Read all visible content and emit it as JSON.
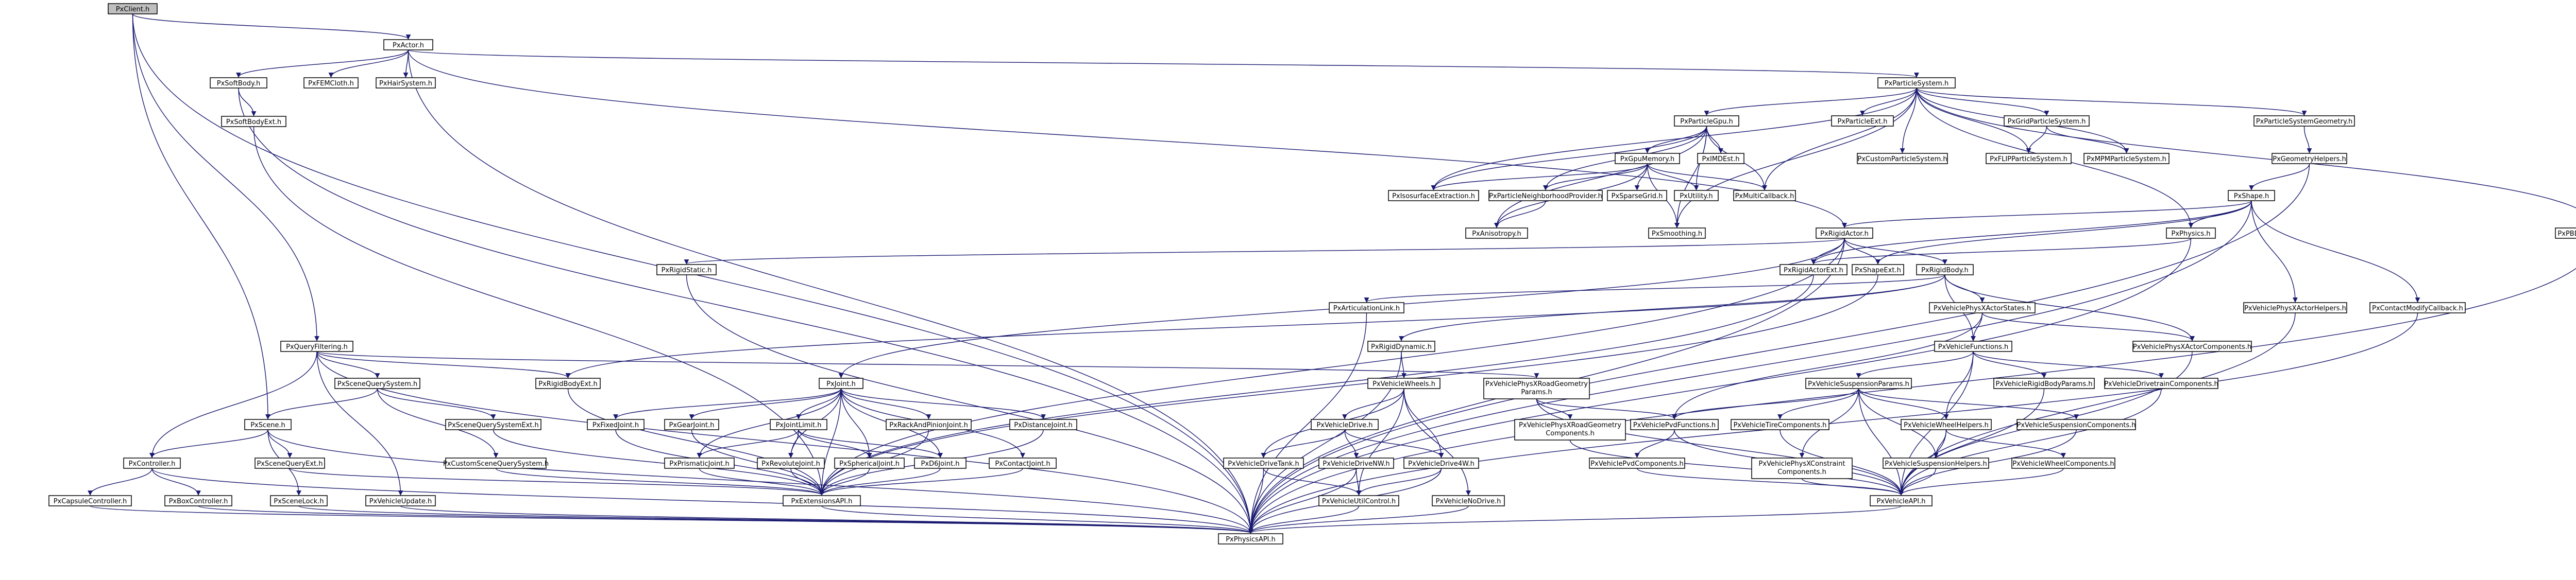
{
  "diagram": {
    "title": "",
    "nodes": [
      {
        "id": "PxClient.h",
        "label": "PxClient.h"
      },
      {
        "id": "PxActor.h",
        "label": "PxActor.h"
      },
      {
        "id": "PxSoftBody.h",
        "label": "PxSoftBody.h"
      },
      {
        "id": "PxFEMCloth.h",
        "label": "PxFEMCloth.h"
      },
      {
        "id": "PxHairSystem.h",
        "label": "PxHairSystem.h"
      },
      {
        "id": "PxSoftBodyExt.h",
        "label": "PxSoftBodyExt.h"
      },
      {
        "id": "PxParticleSystem.h",
        "label": "PxParticleSystem.h"
      },
      {
        "id": "PxParticleGpu.h",
        "label": "PxParticleGpu.h"
      },
      {
        "id": "PxParticleExt.h",
        "label": "PxParticleExt.h"
      },
      {
        "id": "PxGridParticleSystem.h",
        "label": "PxGridParticleSystem.h"
      },
      {
        "id": "PxParticleSystemGeometry.h",
        "label": "PxParticleSystemGeometry.h"
      },
      {
        "id": "PxGpuMemory.h",
        "label": "PxGpuMemory.h"
      },
      {
        "id": "PxIMDEst.h",
        "label": "PxIMDEst.h"
      },
      {
        "id": "PxCustomParticleSystem.h",
        "label": "PxCustomParticleSystem.h"
      },
      {
        "id": "PxFLIPParticleSystem.h",
        "label": "PxFLIPParticleSystem.h"
      },
      {
        "id": "PxMPMParticleSystem.h",
        "label": "PxMPMParticleSystem.h"
      },
      {
        "id": "PxIsosurfaceExtraction.h",
        "label": "PxIsosurfaceExtraction.h"
      },
      {
        "id": "PxParticleNeighborhoodProvider.h",
        "label": "PxParticleNeighborhoodProvider.h"
      },
      {
        "id": "PxSparseGrid.h",
        "label": "PxSparseGrid.h"
      },
      {
        "id": "PxUtility.h",
        "label": "PxUtility.h"
      },
      {
        "id": "PxMultiCallback.h",
        "label": "PxMultiCallback.h"
      },
      {
        "id": "PxGeometryHelpers.h",
        "label": "PxGeometryHelpers.h"
      },
      {
        "id": "PxAnisotropy.h",
        "label": "PxAnisotropy.h"
      },
      {
        "id": "PxSmoothing.h",
        "label": "PxSmoothing.h"
      },
      {
        "id": "PxShape.h",
        "label": "PxShape.h"
      },
      {
        "id": "PxPhysics.h",
        "label": "PxPhysics.h"
      },
      {
        "id": "PxPBDParticleSystem.h",
        "label": "PxPBDParticleSystem.h"
      },
      {
        "id": "PxRigidActor.h",
        "label": "PxRigidActor.h"
      },
      {
        "id": "PxRigidStatic.h",
        "label": "PxRigidStatic.h"
      },
      {
        "id": "PxRigidActorExt.h",
        "label": "PxRigidActorExt.h"
      },
      {
        "id": "PxShapeExt.h",
        "label": "PxShapeExt.h"
      },
      {
        "id": "PxRigidBody.h",
        "label": "PxRigidBody.h"
      },
      {
        "id": "PxArticulationLink.h",
        "label": "PxArticulationLink.h"
      },
      {
        "id": "PxVehiclePhysXActorStates.h",
        "label": "PxVehiclePhysXActorStates.h"
      },
      {
        "id": "PxVehiclePhysXActorHelpers.h",
        "label": "PxVehiclePhysXActorHelpers.h"
      },
      {
        "id": "PxContactModifyCallback.h",
        "label": "PxContactModifyCallback.h"
      },
      {
        "id": "PxQueryFiltering.h",
        "label": "PxQueryFiltering.h"
      },
      {
        "id": "PxRigidDynamic.h",
        "label": "PxRigidDynamic.h"
      },
      {
        "id": "PxVehicleFunctions.h",
        "label": "PxVehicleFunctions.h"
      },
      {
        "id": "PxVehiclePhysXActorComponents.h",
        "label": "PxVehiclePhysXActorComponents.h"
      },
      {
        "id": "PxSceneQuerySystem.h",
        "label": "PxSceneQuerySystem.h"
      },
      {
        "id": "PxRigidBodyExt.h",
        "label": "PxRigidBodyExt.h"
      },
      {
        "id": "PxJoint.h",
        "label": "PxJoint.h"
      },
      {
        "id": "PxVehiclePhysXRoadGeometryParams.h",
        "label": "PxVehiclePhysXRoadGeometry Params.h"
      },
      {
        "id": "PxVehicleWheels.h",
        "label": "PxVehicleWheels.h"
      },
      {
        "id": "PxVehicleRigidBodyParams.h",
        "label": "PxVehicleRigidBodyParams.h"
      },
      {
        "id": "PxVehicleDrivetrainComponents.h",
        "label": "PxVehicleDrivetrainComponents.h"
      },
      {
        "id": "PxVehicleSuspensionParams.h",
        "label": "PxVehicleSuspensionParams.h"
      },
      {
        "id": "PxScene.h",
        "label": "PxScene.h"
      },
      {
        "id": "PxSceneQuerySystemExt.h",
        "label": "PxSceneQuerySystemExt.h"
      },
      {
        "id": "PxFixedJoint.h",
        "label": "PxFixedJoint.h"
      },
      {
        "id": "PxGearJoint.h",
        "label": "PxGearJoint.h"
      },
      {
        "id": "PxJointLimit.h",
        "label": "PxJointLimit.h"
      },
      {
        "id": "PxRackAndPinionJoint.h",
        "label": "PxRackAndPinionJoint.h"
      },
      {
        "id": "PxDistanceJoint.h",
        "label": "PxDistanceJoint.h"
      },
      {
        "id": "PxVehicleDrive.h",
        "label": "PxVehicleDrive.h"
      },
      {
        "id": "PxVehiclePhysXRoadGeometryComponents.h",
        "label": "PxVehiclePhysXRoadGeometry Components.h"
      },
      {
        "id": "PxVehiclePvdFunctions.h",
        "label": "PxVehiclePvdFunctions.h"
      },
      {
        "id": "PxVehicleTireComponents.h",
        "label": "PxVehicleTireComponents.h"
      },
      {
        "id": "PxVehicleWheelHelpers.h",
        "label": "PxVehicleWheelHelpers.h"
      },
      {
        "id": "PxVehicleSuspensionComponents.h",
        "label": "PxVehicleSuspensionComponents.h"
      },
      {
        "id": "PxController.h",
        "label": "PxController.h"
      },
      {
        "id": "PxSceneQueryExt.h",
        "label": "PxSceneQueryExt.h"
      },
      {
        "id": "PxCustomSceneQuerySystem.h",
        "label": "PxCustomSceneQuerySystem.h"
      },
      {
        "id": "PxPrismaticJoint.h",
        "label": "PxPrismaticJoint.h"
      },
      {
        "id": "PxRevoluteJoint.h",
        "label": "PxRevoluteJoint.h"
      },
      {
        "id": "PxSphericalJoint.h",
        "label": "PxSphericalJoint.h"
      },
      {
        "id": "PxD6Joint.h",
        "label": "PxD6Joint.h"
      },
      {
        "id": "PxContactJoint.h",
        "label": "PxContactJoint.h"
      },
      {
        "id": "PxVehicleDriveTank.h",
        "label": "PxVehicleDriveTank.h"
      },
      {
        "id": "PxVehicleDriveNW.h",
        "label": "PxVehicleDriveNW.h"
      },
      {
        "id": "PxVehicleDrive4W.h",
        "label": "PxVehicleDrive4W.h"
      },
      {
        "id": "PxVehiclePvdComponents.h",
        "label": "PxVehiclePvdComponents.h"
      },
      {
        "id": "PxVehiclePhysXConstraintComponents.h",
        "label": "PxVehiclePhysXConstraint Components.h"
      },
      {
        "id": "PxVehicleSuspensionHelpers.h",
        "label": "PxVehicleSuspensionHelpers.h"
      },
      {
        "id": "PxVehicleWheelComponents.h",
        "label": "PxVehicleWheelComponents.h"
      },
      {
        "id": "PxCapsuleController.h",
        "label": "PxCapsuleController.h"
      },
      {
        "id": "PxBoxController.h",
        "label": "PxBoxController.h"
      },
      {
        "id": "PxSceneLock.h",
        "label": "PxSceneLock.h"
      },
      {
        "id": "PxVehicleUpdate.h",
        "label": "PxVehicleUpdate.h"
      },
      {
        "id": "PxExtensionsAPI.h",
        "label": "PxExtensionsAPI.h"
      },
      {
        "id": "PxVehicleUtilControl.h",
        "label": "PxVehicleUtilControl.h"
      },
      {
        "id": "PxVehicleNoDrive.h",
        "label": "PxVehicleNoDrive.h"
      },
      {
        "id": "PxVehicleAPI.h",
        "label": "PxVehicleAPI.h"
      },
      {
        "id": "PxPhysicsAPI.h",
        "label": "PxPhysicsAPI.h"
      }
    ]
  }
}
